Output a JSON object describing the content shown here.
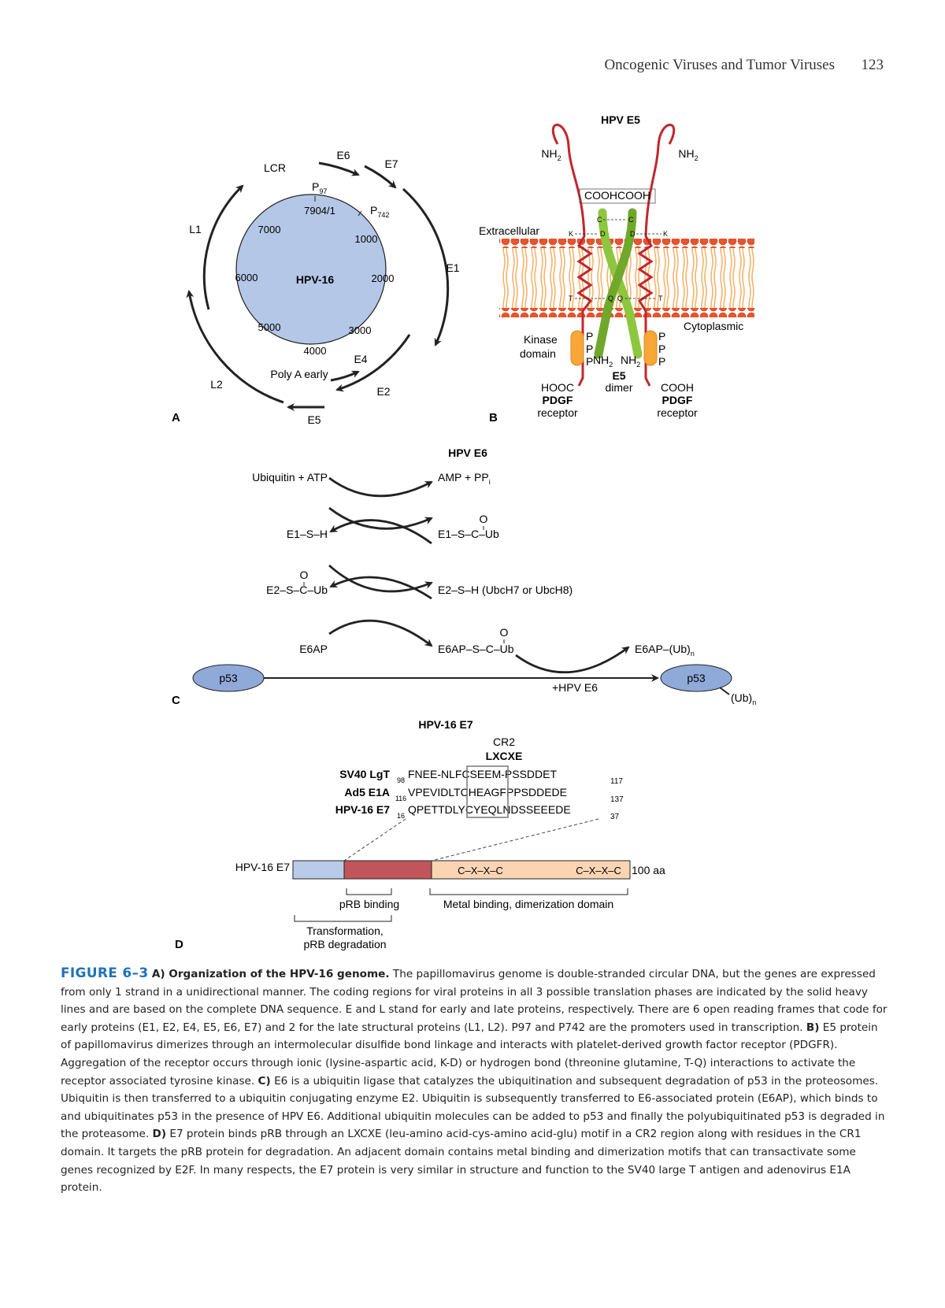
{
  "header": {
    "running_title": "Oncogenic Viruses and Tumor Viruses",
    "page_number": "123"
  },
  "panel_a": {
    "letter": "A",
    "center_label": "HPV-16",
    "positions": [
      "7904/1",
      "1000",
      "2000",
      "3000",
      "4000",
      "5000",
      "6000",
      "7000"
    ],
    "promoters": {
      "p97": "P",
      "p97_sub": "97",
      "p742": "P",
      "p742_sub": "742"
    },
    "genes": {
      "lcr": "LCR",
      "e6": "E6",
      "e7": "E7",
      "e1": "E1",
      "e4": "E4",
      "e2": "E2",
      "e5": "E5",
      "l2": "L2",
      "l1": "L1"
    },
    "poly_a": "Poly A early"
  },
  "panel_b": {
    "letter": "B",
    "title": "HPV E5",
    "nh2": "NH",
    "nh2_sub": "2",
    "cooh": "COOH",
    "cooh_pair": "COOHCOOH",
    "hooc": "HOOC",
    "extracellular": "Extracellular",
    "cytoplasmic": "Cytoplasmic",
    "kinase_domain_1": "Kinase",
    "kinase_domain_2": "domain",
    "p": "P",
    "e5_dimer_1": "E5",
    "e5_dimer_2": "dimer",
    "pdgf_1": "PDGF",
    "pdgf_2": "receptor",
    "c": "C",
    "k": "K",
    "d": "D",
    "t": "T",
    "q": "Q"
  },
  "panel_c": {
    "letter": "C",
    "title": "HPV E6",
    "ubiquitin_atp": "Ubiquitin + ATP",
    "amp_ppi": "AMP + PP",
    "amp_ppi_sub": "i",
    "e1_sh": "E1–S–H",
    "e1_ub": "E1–S–C–Ub",
    "e2_ub": "E2–S–C–Ub",
    "e2_sh": "E2–S–H (UbcH7 or UbcH8)",
    "e6ap": "E6AP",
    "e6ap_ub": "E6AP–S–C–Ub",
    "e6ap_ubn": "E6AP–(Ub)",
    "e6ap_ubn_sub": "n",
    "o": "O",
    "p53": "p53",
    "plus_e6": "+HPV E6",
    "ub_n": "(Ub)",
    "ub_n_sub": "n"
  },
  "panel_d": {
    "letter": "D",
    "title": "HPV-16 E7",
    "cr2": "CR2",
    "lxcxe": "LXCXE",
    "rows": [
      {
        "name": "SV40 LgT",
        "start": "98",
        "seq": "FNEE-NLFCSEEM-PSSDDET",
        "end": "117"
      },
      {
        "name": "Ad5 E1A",
        "start": "116",
        "seq": "VPEVIDLTCHEAGFPPSDDEDE",
        "end": "137"
      },
      {
        "name": "HPV-16 E7",
        "start": "16",
        "seq": "QPETTDLYCYEQLNDSSEEEDE",
        "end": "37"
      }
    ],
    "bar_label": "HPV-16 E7",
    "cxxc_1": "C–X–X–C",
    "cxxc_2": "C–X–X–C",
    "length": "100 aa",
    "prb_binding": "pRB binding",
    "metal_binding": "Metal binding, dimerization domain",
    "transformation_1": "Transformation,",
    "transformation_2": "pRB degradation"
  },
  "colors": {
    "circle_fill": "#b4c7e7",
    "red": "#c0272d",
    "green": "#8dc63f",
    "orange": "#f7a738",
    "p53_fill": "#8fa9d9",
    "membrane": "#f7c98a",
    "bead": "#e8542d",
    "accent": "#1f73b7",
    "seg_blue": "#b9cbe8",
    "seg_red": "#c0565b",
    "seg_peach": "#fbd5b3"
  },
  "caption": {
    "label": "FIGURE 6–3",
    "a_label": "A) Organization of the HPV-16 genome.",
    "a_text": " The papillomavirus genome is double-stranded circular DNA, but the genes are expressed from only 1 strand in a unidirectional manner. The coding regions for viral proteins in all 3 possible translation phases are indicated by the solid heavy lines and are based on the complete DNA sequence. E and L stand for early and late proteins, respectively. There are 6 open reading frames that code for early proteins (E1, E2, E4, E5, E6, E7) and 2 for the late structural proteins (L1, L2). P97 and P742 are the promoters used in transcription. ",
    "b_label": "B)",
    "b_text": " E5 protein of papillomavirus dimerizes through an intermolecular disulfide bond linkage and interacts with platelet-derived growth factor receptor (PDGFR). Aggregation of the receptor occurs through ionic (lysine-aspartic acid, K-D) or hydrogen bond (threonine glutamine, T-Q) interactions to activate the receptor associated tyrosine kinase. ",
    "c_label": "C)",
    "c_text": " E6 is a ubiquitin ligase that catalyzes the ubiquitination and subsequent degradation of p53 in the proteosomes. Ubiquitin is then transferred to a ubiquitin conjugating enzyme E2. Ubiquitin is subsequently transferred to E6-associated protein (E6AP), which binds to and ubiquitinates p53 in the presence of HPV E6. Additional ubiquitin molecules can be added to p53 and finally the polyubiquitinated p53 is degraded in the proteasome. ",
    "d_label": "D)",
    "d_text": " E7 protein binds pRB through an LXCXE (leu-amino acid-cys-amino acid-glu) motif in a CR2 region along with residues in the CR1 domain. It targets the pRB protein for degradation. An adjacent domain contains metal binding and dimerization motifs that can transactivate some genes recognized by E2F. In many respects, the E7 protein is very similar in structure and function to the SV40 large T antigen and adenovirus E1A protein."
  }
}
